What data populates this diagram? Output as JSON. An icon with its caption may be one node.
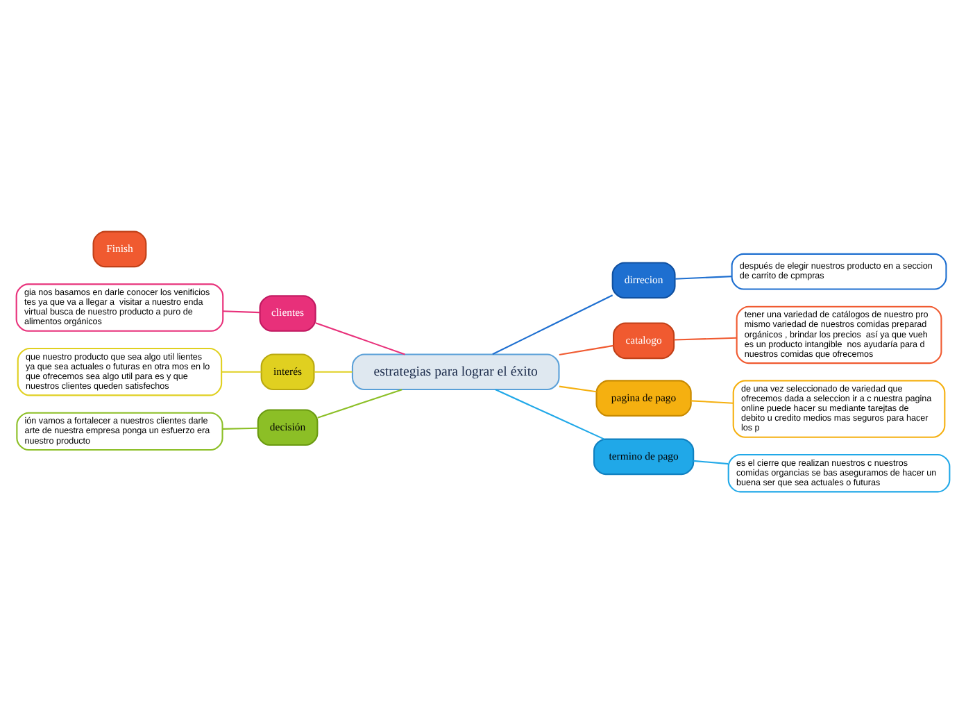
{
  "diagram": {
    "nodes": [
      {
        "text": [
          "estrategias para lograr el éxito"
        ]
      },
      {
        "text": [
          "clientes"
        ]
      },
      {
        "text": [
          "gia nos basamos en darle conocer los venificios tes ya que va a llegar a  visitar a nuestro enda virtual busca de nuestro producto a puro de alimentos orgánicos"
        ]
      },
      {
        "text": [
          "interés"
        ]
      },
      {
        "text": [
          "que nuestro producto que sea algo util lientes ya que sea actuales o futuras en otra mos en lo que ofrecemos sea algo util para es y que nuestros clientes queden satisfechos"
        ]
      },
      {
        "text": [
          "decisión"
        ]
      },
      {
        "text": [
          "ión vamos a fortalecer a nuestros clientes darle arte de nuestra empresa ponga un esfuerzo era nuestro producto"
        ]
      },
      {
        "text": [
          "dirrecion"
        ]
      },
      {
        "text": [
          "después de elegir nuestros producto en a seccion de carrito de cpmpras"
        ]
      },
      {
        "text": [
          "catalogo"
        ]
      },
      {
        "text": [
          "tener una variedad de catálogos de nuestro pro mismo variedad de nuestros comidas preparad orgánicos , brindar los precios  así ya que vueh es un producto intangible  nos ayudaría para d nuestros comidas que ofrecemos"
        ]
      },
      {
        "text": [
          "pagina de pago"
        ]
      },
      {
        "text": [
          "de una vez seleccionado de variedad que ofrecemos dada a seleccion ir a c nuestra pagina online puede hacer su mediante tarejtas de debito u credito medios mas seguros para hacer los p"
        ]
      },
      {
        "text": [
          "termino de pago"
        ]
      },
      {
        "text": [
          "es el cierre que realizan nuestros c nuestros comidas organcias se bas aseguramos de hacer un buena ser que sea actuales o futuras"
        ]
      },
      {
        "text": [
          "Finish"
        ]
      }
    ],
    "edges": [
      {
        "from": 0,
        "to": 1,
        "arrow": "none",
        "color": "#e8307a"
      },
      {
        "from": 1,
        "to": 2,
        "arrow": "none",
        "color": "#e8307a"
      },
      {
        "from": 0,
        "to": 3,
        "arrow": "none",
        "color": "#e0d020"
      },
      {
        "from": 3,
        "to": 4,
        "arrow": "none",
        "color": "#e0d020"
      },
      {
        "from": 0,
        "to": 5,
        "arrow": "none",
        "color": "#8cbf26"
      },
      {
        "from": 5,
        "to": 6,
        "arrow": "none",
        "color": "#8cbf26"
      },
      {
        "from": 0,
        "to": 7,
        "arrow": "none",
        "color": "#1e6fd0"
      },
      {
        "from": 7,
        "to": 8,
        "arrow": "none",
        "color": "#1e6fd0"
      },
      {
        "from": 0,
        "to": 9,
        "arrow": "none",
        "color": "#f05a30"
      },
      {
        "from": 9,
        "to": 10,
        "arrow": "none",
        "color": "#f05a30"
      },
      {
        "from": 0,
        "to": 11,
        "arrow": "none",
        "color": "#f5b010"
      },
      {
        "from": 11,
        "to": 12,
        "arrow": "none",
        "color": "#f5b010"
      },
      {
        "from": 0,
        "to": 13,
        "arrow": "none",
        "color": "#20a8e8"
      },
      {
        "from": 13,
        "to": 14,
        "arrow": "none",
        "color": "#20a8e8"
      }
    ]
  }
}
